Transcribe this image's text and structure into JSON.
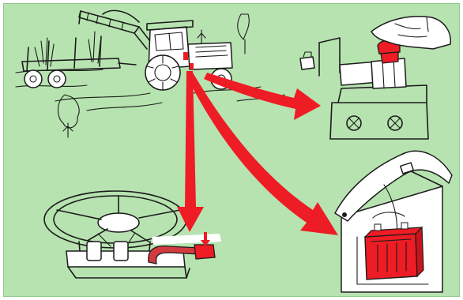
{
  "illustration": {
    "background_color": "#b7e3b0",
    "accent_color": "#ee1c24",
    "line_color": "#1c1c1c",
    "scenes": [
      "tractor-with-crane",
      "battery-disconnect-switch",
      "battery-in-housing",
      "fuel-shutoff-valve"
    ]
  }
}
